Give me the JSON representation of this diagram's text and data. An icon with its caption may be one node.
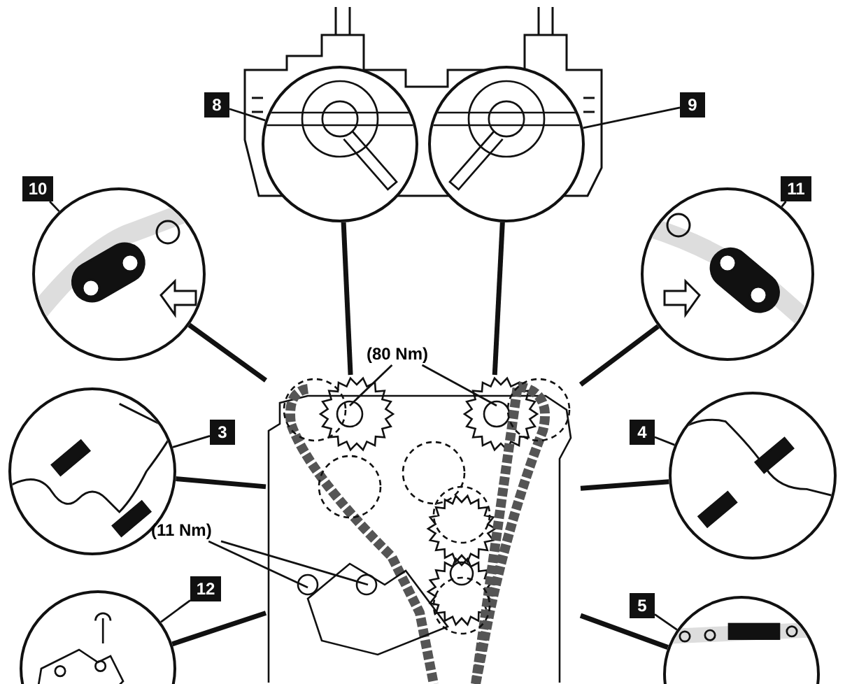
{
  "diagram": {
    "nodes": [
      {
        "text": [
          "8"
        ]
      },
      {
        "text": [
          "9"
        ]
      },
      {
        "text": [
          "10"
        ]
      },
      {
        "text": [
          "11"
        ]
      },
      {
        "text": [],
        "shape": "circle"
      },
      {
        "text": [],
        "shape": "circle"
      },
      {
        "text": [],
        "shape": "circle"
      },
      {
        "text": [],
        "shape": "circle"
      },
      {
        "text": [
          "(80 Nm)"
        ]
      },
      {
        "text": [
          "3"
        ]
      },
      {
        "text": [
          "4"
        ]
      },
      {
        "text": [],
        "shape": "circle"
      },
      {
        "text": [],
        "shape": "circle"
      },
      {
        "text": [
          "(11 Nm)"
        ]
      },
      {
        "text": [
          "12"
        ]
      },
      {
        "text": [
          "5"
        ]
      },
      {
        "text": [],
        "shape": "circle"
      },
      {
        "text": [],
        "shape": "circle"
      },
      {
        "text": [],
        "shape": "picture"
      }
    ],
    "edges": [
      {
        "from": 0,
        "to": 4,
        "arrow": "none"
      },
      {
        "from": 1,
        "to": 5,
        "arrow": "none"
      },
      {
        "from": 2,
        "to": 6,
        "arrow": "none"
      },
      {
        "from": 3,
        "to": 7,
        "arrow": "none"
      },
      {
        "from": 4,
        "to": 18,
        "arrow": "none",
        "style": "thick"
      },
      {
        "from": 5,
        "to": 18,
        "arrow": "none",
        "style": "thick"
      },
      {
        "from": 6,
        "to": 18,
        "arrow": "none",
        "style": "thick"
      },
      {
        "from": 7,
        "to": 18,
        "arrow": "none",
        "style": "thick"
      },
      {
        "from": 8,
        "to": 18,
        "arrow": "none"
      },
      {
        "from": 8,
        "to": 18,
        "arrow": "none"
      },
      {
        "from": 9,
        "to": 11,
        "arrow": "none"
      },
      {
        "from": 10,
        "to": 12,
        "arrow": "none"
      },
      {
        "from": 11,
        "to": 18,
        "arrow": "none",
        "style": "thick"
      },
      {
        "from": 12,
        "to": 18,
        "arrow": "none",
        "style": "thick"
      },
      {
        "from": 13,
        "to": 18,
        "arrow": "none"
      },
      {
        "from": 13,
        "to": 18,
        "arrow": "none"
      },
      {
        "from": 14,
        "to": 16,
        "arrow": "none"
      },
      {
        "from": 15,
        "to": 17,
        "arrow": "none"
      },
      {
        "from": 16,
        "to": 18,
        "arrow": "none",
        "style": "thick"
      },
      {
        "from": 17,
        "to": 18,
        "arrow": "none",
        "style": "thick"
      }
    ]
  }
}
